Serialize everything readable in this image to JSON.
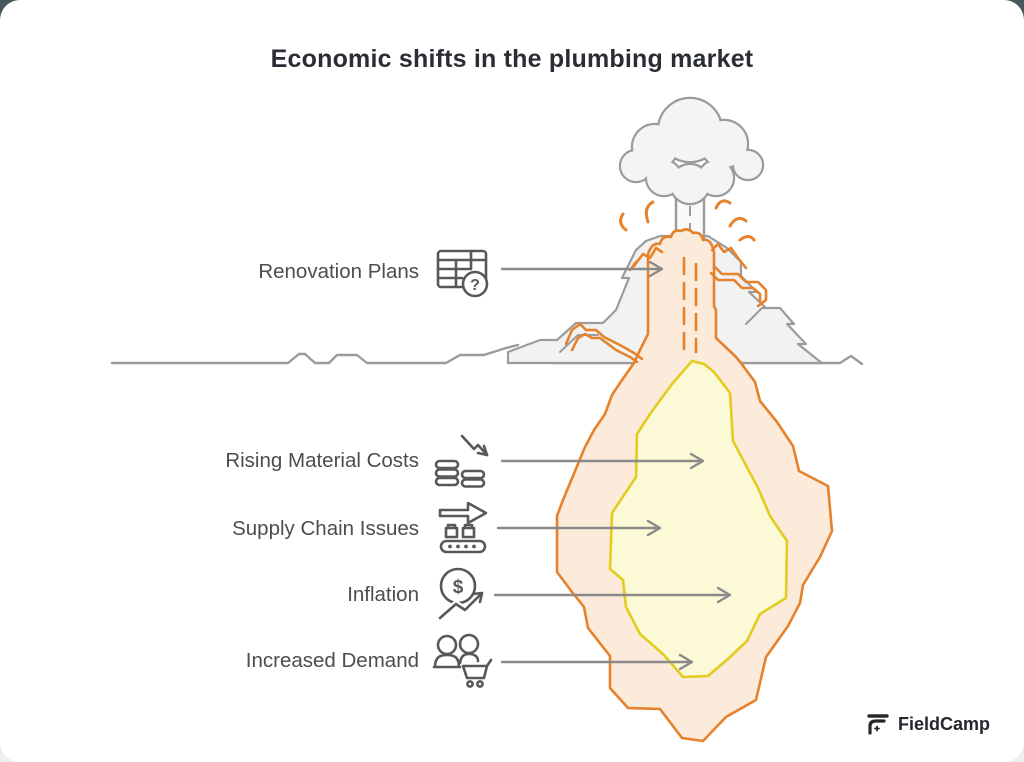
{
  "title": "Economic shifts in the plumbing market",
  "brand": {
    "name": "FieldCamp"
  },
  "icons": {
    "question_mark": "?",
    "dollar": "$"
  },
  "diagram": {
    "above_ground": [
      {
        "label": "Renovation Plans",
        "icon": "renovation-plans-icon"
      }
    ],
    "below_ground": [
      {
        "label": "Rising Material Costs",
        "icon": "rising-material-costs-icon"
      },
      {
        "label": "Supply Chain Issues",
        "icon": "supply-chain-icon"
      },
      {
        "label": "Inflation",
        "icon": "inflation-icon"
      },
      {
        "label": "Increased Demand",
        "icon": "increased-demand-icon"
      }
    ],
    "colors": {
      "lava_orange": "#E5822B",
      "lava_fill": "#FCEADA",
      "magma_yellow": "#E2CC1E",
      "magma_fill": "#FCF9D6",
      "mountain_stroke": "#9B9B9B",
      "mountain_fill": "#F2F2F3",
      "arrow_gray": "#8A8A8A",
      "text_gray": "#4D4D4D"
    }
  }
}
